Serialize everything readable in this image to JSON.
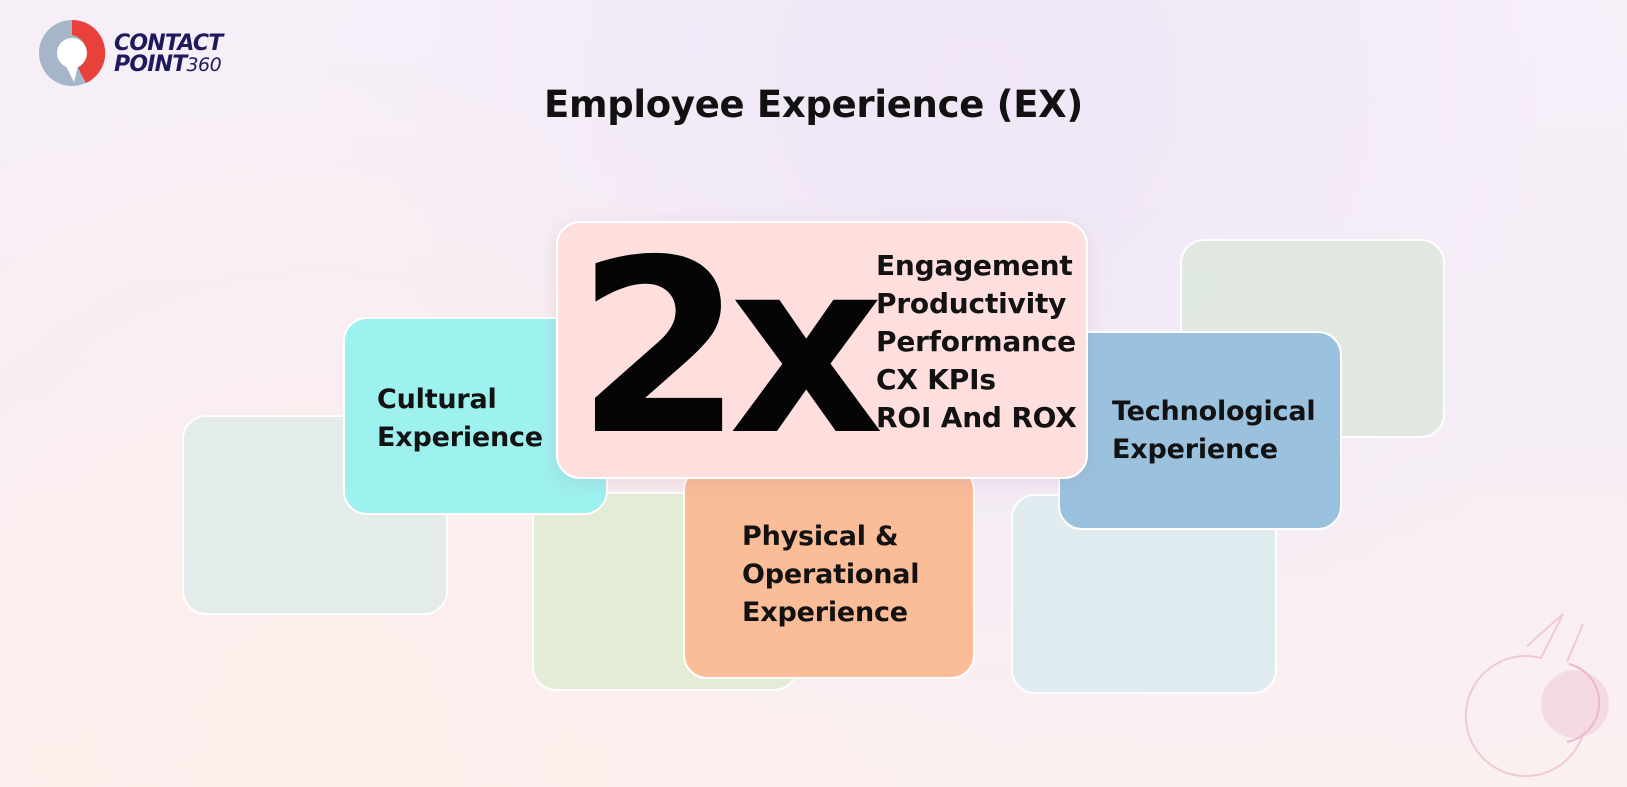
{
  "brand": {
    "line1": "CONTACT",
    "line2": "POINT",
    "line2_number": "360",
    "colors": {
      "navy": "#1f1a5c",
      "red": "#e8413c",
      "grey_blue": "#a4b6c8"
    }
  },
  "title": "Employee Experience (EX)",
  "main": {
    "multiplier": "2x",
    "metrics": [
      "Engagement",
      "Productivity",
      "Performance",
      "CX KPIs",
      "ROI And ROX"
    ],
    "color": "#ffdede"
  },
  "cards": {
    "cultural": {
      "label": "Cultural\nExperience",
      "color": "#9df1ee"
    },
    "physical": {
      "label": "Physical &\nOperational\nExperience",
      "color": "#fbbc98"
    },
    "technological": {
      "label": "Technological\nExperience",
      "color": "#9ac2df"
    }
  },
  "icons": {
    "logo": "speech-bubble-logo-icon",
    "watermark": "speech-bubble-outline-icon"
  }
}
